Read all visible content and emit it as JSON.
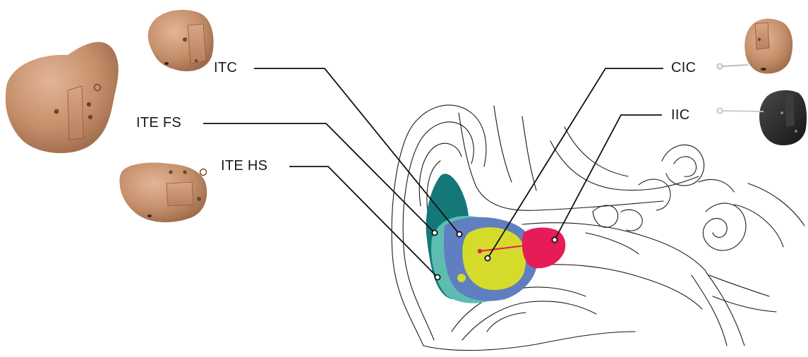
{
  "labels": {
    "itc": "ITC",
    "ite_fs": "ITE FS",
    "ite_hs": "ITE HS",
    "cic": "CIC",
    "iic": "IIC"
  },
  "colors": {
    "ite_fs": "#137877",
    "ite_hs": "#5dbdb1",
    "itc": "#5f7fc0",
    "cic": "#d4db2b",
    "iic": "#e51c57",
    "device_skin": "#c58f6a",
    "device_dark": "#2a2a2a",
    "ear_outline": "#1a1a1a",
    "leader_line": "#111111"
  }
}
